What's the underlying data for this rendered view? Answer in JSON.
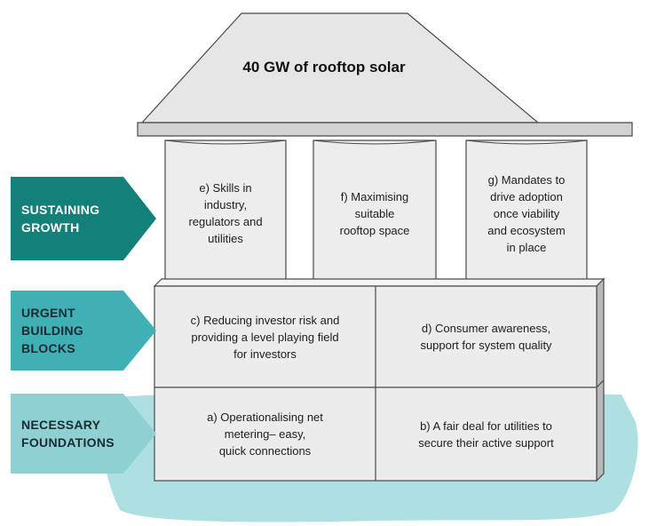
{
  "roof": {
    "title": "40 GW of rooftop solar"
  },
  "pillars": [
    {
      "text": "e) Skills in\nindustry,\nregulators and\nutilities"
    },
    {
      "text": "f) Maximising\nsuitable\nrooftop space"
    },
    {
      "text": "g) Mandates to\ndrive adoption\nonce viability\nand ecosystem\nin place"
    }
  ],
  "building_blocks": [
    {
      "text": "c) Reducing investor risk and\nproviding a level playing field\nfor investors"
    },
    {
      "text": "d) Consumer awareness,\nsupport for system quality"
    }
  ],
  "foundations": [
    {
      "text": "a) Operationalising net\nmetering– easy,\nquick connections"
    },
    {
      "text": "b) A fair deal for utilities to\nsecure their active support"
    }
  ],
  "side_labels": [
    {
      "text": "SUSTAINING\nGROWTH",
      "fill": "#13807a",
      "text_color": "#ffffff"
    },
    {
      "text": "URGENT\nBUILDING\nBLOCKS",
      "fill": "#3fb0b3",
      "text_color": "#1b2a33"
    },
    {
      "text": "NECESSARY\nFOUNDATIONS",
      "fill": "#8fd1d2",
      "text_color": "#1b2a33"
    }
  ],
  "colors": {
    "water": "#aee0e1",
    "block_face": "#ececec",
    "block_side": "#b9b9b9",
    "roof": "#e6e6e6",
    "outline": "#4a4a4a"
  }
}
